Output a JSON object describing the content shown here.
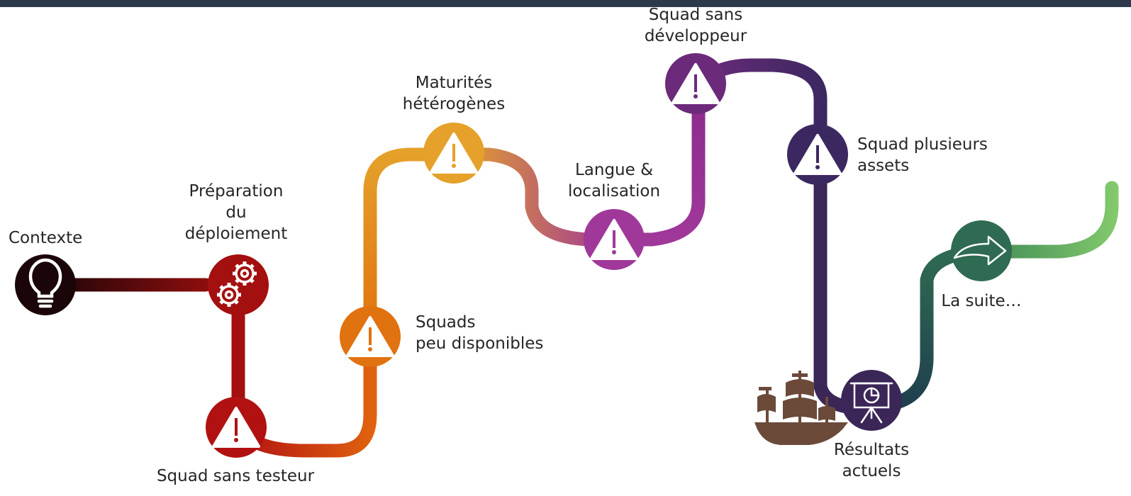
{
  "colors": {
    "topbar": "#2e3a4c",
    "contexte": "#1a0508",
    "preparation": "#a40f0f",
    "squad_sans_testeur": "#b11111",
    "squads_peu_disponibles": "#e0720f",
    "maturites": "#e5a12a",
    "langue": "#a0389a",
    "squad_sans_dev": "#6b2a7a",
    "squad_plusieurs_assets": "#3c2860",
    "resultats": "#3b2658",
    "la_suite": "#2f6b52",
    "ship": "#6b4a3a"
  },
  "milestones": [
    {
      "id": "contexte",
      "label": "Contexte",
      "icon": "lightbulb-icon"
    },
    {
      "id": "preparation",
      "label": "Préparation\ndu\ndéploiement",
      "icon": "gears-icon"
    },
    {
      "id": "squad_sans_testeur",
      "label": "Squad sans testeur",
      "icon": "warning-icon"
    },
    {
      "id": "squads_peu_disponibles",
      "label": "Squads\npeu disponibles",
      "icon": "warning-icon"
    },
    {
      "id": "maturites",
      "label": "Maturités\nhétérogènes",
      "icon": "warning-icon"
    },
    {
      "id": "langue",
      "label": "Langue &\nlocalisation",
      "icon": "warning-icon"
    },
    {
      "id": "squad_sans_dev",
      "label": "Squad sans\ndéveloppeur",
      "icon": "warning-icon"
    },
    {
      "id": "squad_plusieurs_assets",
      "label": "Squad plusieurs\nassets",
      "icon": "warning-icon"
    },
    {
      "id": "resultats",
      "label": "Résultats\nactuels",
      "icon": "presentation-chart-icon"
    },
    {
      "id": "la_suite",
      "label": "La suite…",
      "icon": "arrow-right-icon"
    }
  ],
  "decoration": {
    "ship_icon": "pirate-ship-icon"
  }
}
